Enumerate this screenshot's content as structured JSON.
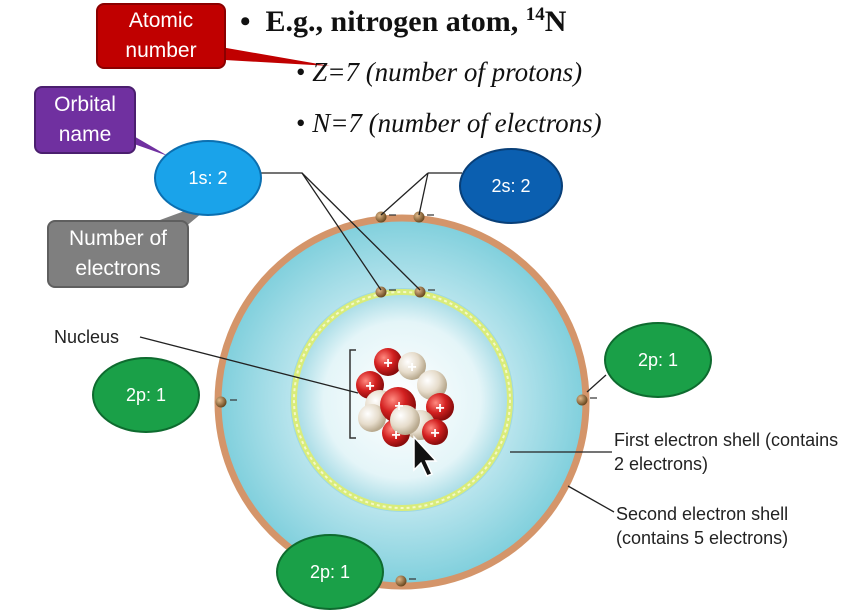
{
  "title": {
    "bullet": "•",
    "text": "E.g., nitrogen atom,",
    "isotope_mass": "14",
    "isotope_symbol": "N"
  },
  "bullets": [
    {
      "marker": "•",
      "text": "Z=7 (number of protons)"
    },
    {
      "marker": "•",
      "text": "N=7 (number of electrons)"
    }
  ],
  "callouts": {
    "atomic_number": "Atomic number",
    "orbital_name": "Orbital name",
    "number_of_electrons": "Number of electrons"
  },
  "orbitals": {
    "s1": "1s: 2",
    "s2": "2s: 2",
    "p_left": "2p: 1",
    "p_right": "2p: 1",
    "p_bottom": "2p: 1"
  },
  "labels": {
    "nucleus": "Nucleus",
    "first_shell": "First electron shell (contains 2 electrons)",
    "second_shell": "Second electron shell (contains 5 electrons)"
  },
  "colors": {
    "callout_red": "#c00000",
    "callout_purple": "#7030a0",
    "callout_gray": "#7f7f7f",
    "bubble_light_blue": "#1aa3ea",
    "bubble_dark_blue": "#0b5fb0",
    "bubble_green": "#1aa048"
  }
}
